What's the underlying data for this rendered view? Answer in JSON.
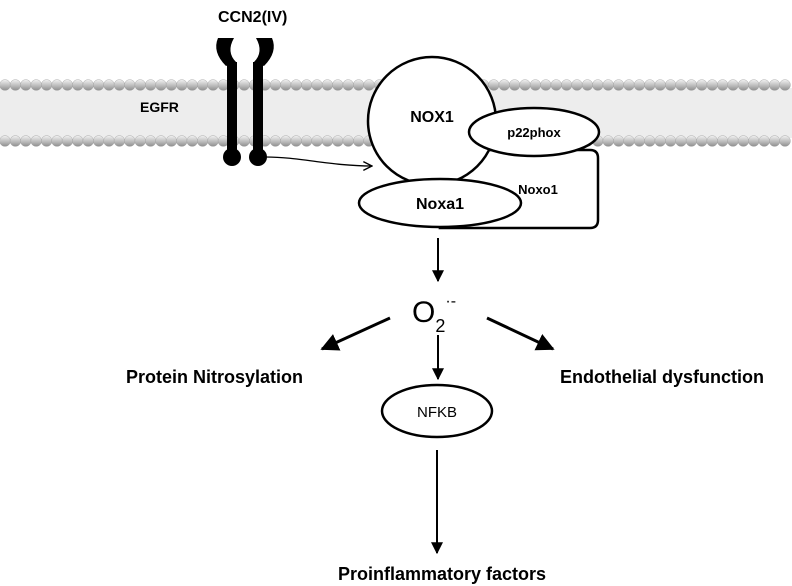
{
  "diagram": {
    "ligand_label": "CCN2(IV)",
    "receptor_label": "EGFR",
    "nox1_label": "NOX1",
    "p22phox_label": "p22phox",
    "noxa1_label": "Noxa1",
    "noxo1_label": "Noxo1",
    "superoxide": {
      "base": "O",
      "subscript": "2",
      "superscript": "·-"
    },
    "outcome_left": "Protein Nitrosylation",
    "outcome_right": "Endothelial dysfunction",
    "nfkb_label": "NFKB",
    "final_label": "Proinflammatory factors"
  }
}
